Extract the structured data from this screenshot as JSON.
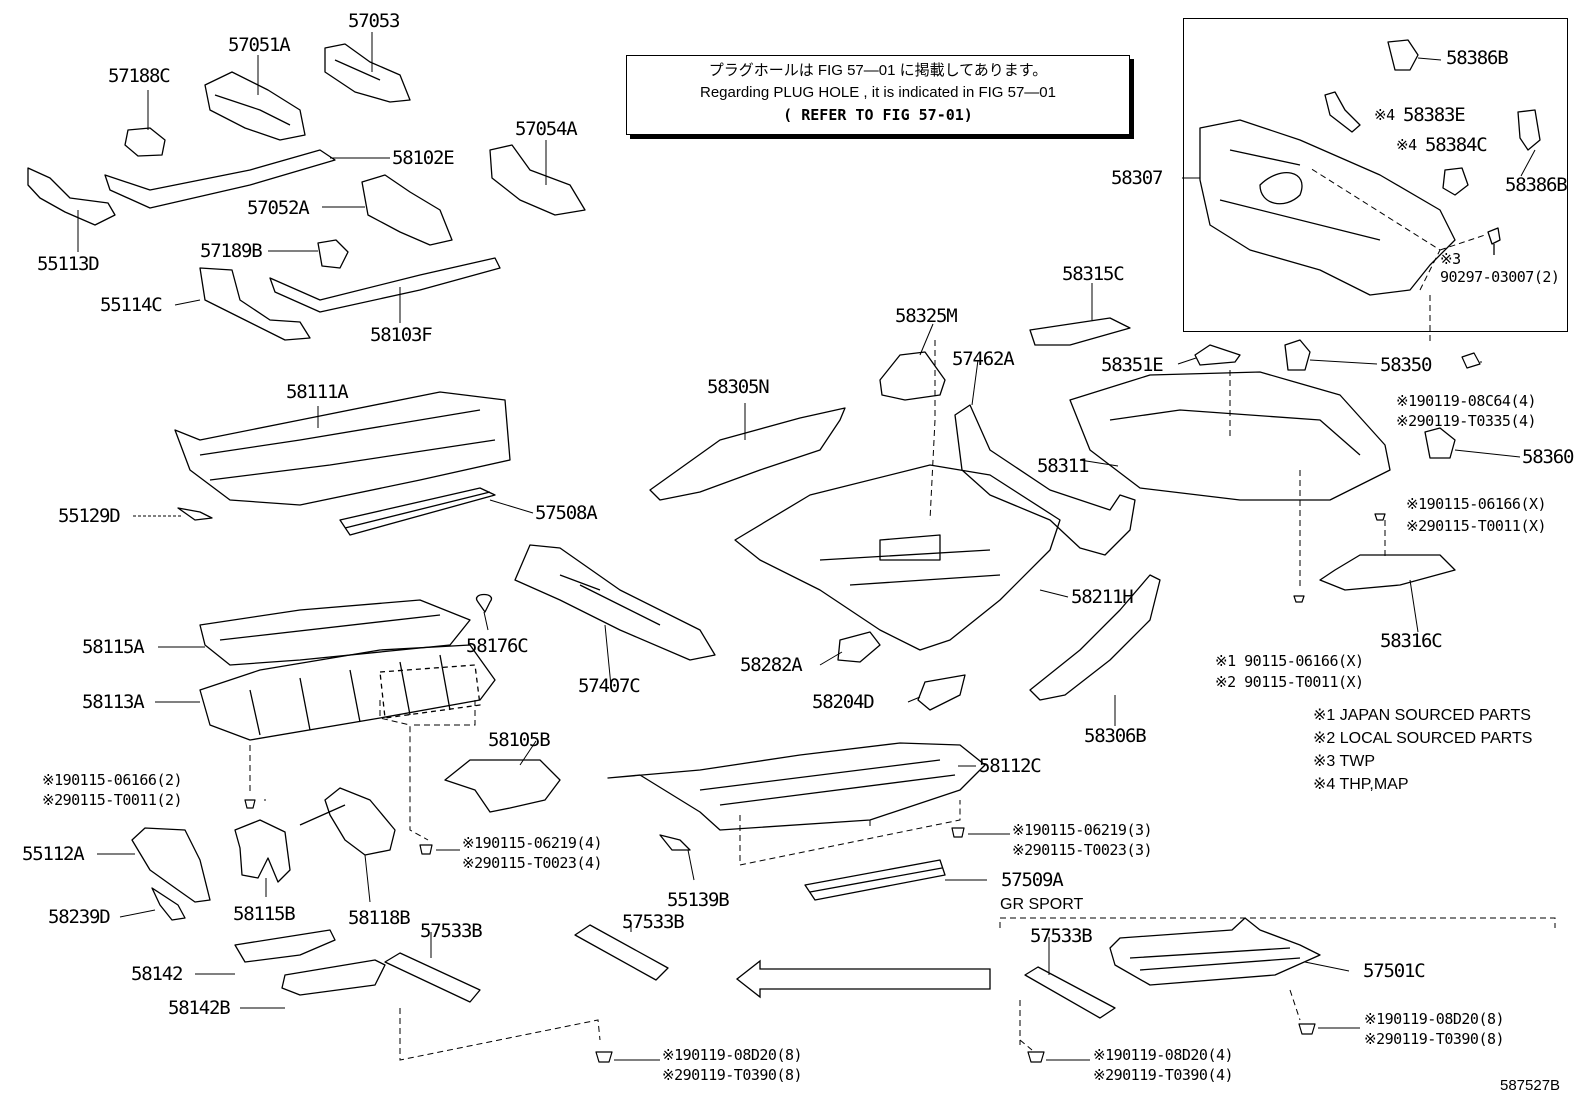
{
  "notice": {
    "line_jp": "プラグホールは FIG 57—01 に掲載してあります。",
    "line_en": "Regarding  PLUG  HOLE , it is indicated in FIG  57—01",
    "line_ref": "( REFER TO FIG 57-01)"
  },
  "parts": {
    "p57053": "57053",
    "p57051A": "57051A",
    "p57188C": "57188C",
    "p58102E": "58102E",
    "p55113D": "55113D",
    "p57054A": "57054A",
    "p57052A": "57052A",
    "p57189B": "57189B",
    "p55114C": "55114C",
    "p58103F": "58103F",
    "p58111A": "58111A",
    "p55129D": "55129D",
    "p57508A": "57508A",
    "p58115A": "58115A",
    "p58176C": "58176C",
    "p58113A": "58113A",
    "p57407C": "57407C",
    "p58105B": "58105B",
    "p55112A": "55112A",
    "p58239D": "58239D",
    "p58115B": "58115B",
    "p58118B": "58118B",
    "p57533B_a": "57533B",
    "p57533B_b": "57533B",
    "p57533B_c": "57533B",
    "p58142": "58142",
    "p58142B": "58142B",
    "p55139B": "55139B",
    "p58112C": "58112C",
    "p57509A": "57509A",
    "p57501C": "57501C",
    "p58305N": "58305N",
    "p58325M": "58325M",
    "p57462A": "57462A",
    "p58315C": "58315C",
    "p58351E": "58351E",
    "p58350": "58350",
    "p58311": "58311",
    "p58360": "58360",
    "p58211H": "58211H",
    "p58282A": "58282A",
    "p58204D": "58204D",
    "p58306B": "58306B",
    "p58316C": "58316C",
    "p58307": "58307",
    "p58386B_a": "58386B",
    "p58383E": "58383E",
    "p58384C": "58384C",
    "p58386B_b": "58386B",
    "p90297": "90297-03007(2)"
  },
  "prefix": {
    "n4a": "※4",
    "n4b": "※4",
    "n3": "※3"
  },
  "bolts": {
    "b1a": "※190115-06166(2)",
    "b1b": "※290115-T0011(2)",
    "b2a": "※190115-06219(4)",
    "b2b": "※290115-T0023(4)",
    "b3a": "※190115-06219(3)",
    "b3b": "※290115-T0023(3)",
    "b4a": "※190119-08D20(8)",
    "b4b": "※290119-T0390(8)",
    "b5a": "※190119-08D20(4)",
    "b5b": "※290119-T0390(4)",
    "b6a": "※190119-08D20(8)",
    "b6b": "※290119-T0390(8)",
    "b7a": "※190119-08C64(4)",
    "b7b": "※290119-T0335(4)",
    "b8a": "※190115-06166(X)",
    "b8b": "※290115-T0011(X)",
    "b9a": "※1 90115-06166(X)",
    "b9b": "※2 90115-T0011(X)"
  },
  "group_label": "GR SPORT",
  "legend": [
    "※1 JAPAN SOURCED PARTS",
    "※2 LOCAL SOURCED PARTS",
    "※3 TWP",
    "※4 THP,MAP"
  ],
  "figure_id": "587527B"
}
